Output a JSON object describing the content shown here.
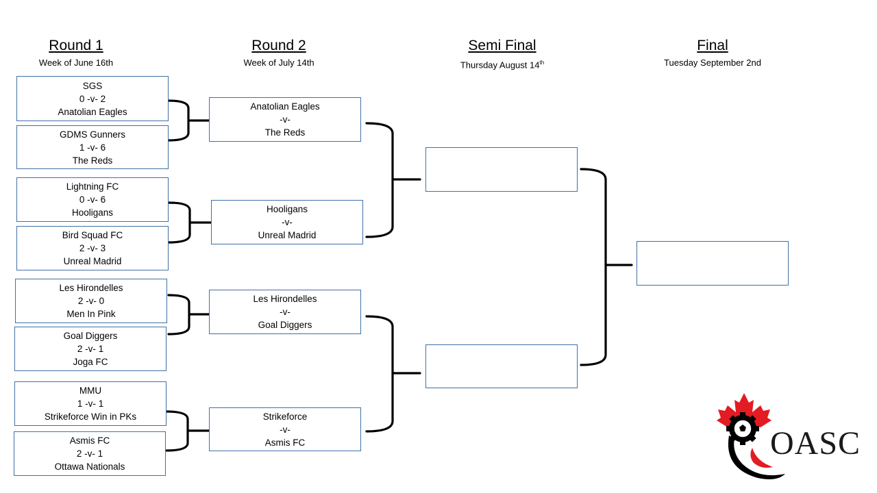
{
  "rounds": [
    {
      "title": "Round 1",
      "date": "Week of June 16th"
    },
    {
      "title": "Round 2",
      "date": "Week of July 14th"
    },
    {
      "title": "Semi Final",
      "date": "Thursday August 14",
      "date_sup": "th"
    },
    {
      "title": "Final",
      "date": "Tuesday September 2nd"
    }
  ],
  "round1": [
    {
      "home": "SGS",
      "score": "0 -v- 2",
      "away": "Anatolian Eagles"
    },
    {
      "home": "GDMS Gunners",
      "score": "1 -v- 6",
      "away": "The Reds"
    },
    {
      "home": "Lightning FC",
      "score": "0 -v- 6",
      "away": "Hooligans"
    },
    {
      "home": "Bird Squad FC",
      "score": "2 -v- 3",
      "away": "Unreal Madrid"
    },
    {
      "home": "Les Hirondelles",
      "score": "2 -v- 0",
      "away": "Men In Pink"
    },
    {
      "home": "Goal Diggers",
      "score": "2 -v- 1",
      "away": "Joga FC"
    },
    {
      "home": "MMU",
      "score": "1 -v- 1",
      "away": "Strikeforce Win in PKs"
    },
    {
      "home": "Asmis FC",
      "score": "2 -v- 1",
      "away": "Ottawa Nationals"
    }
  ],
  "round2": [
    {
      "home": "Anatolian Eagles",
      "vs": "-v-",
      "away": "The Reds"
    },
    {
      "home": "Hooligans",
      "vs": "-v-",
      "away": "Unreal Madrid"
    },
    {
      "home": "Les Hirondelles",
      "vs": "-v-",
      "away": "Goal Diggers"
    },
    {
      "home": "Strikeforce",
      "vs": "-v-",
      "away": "Asmis FC"
    }
  ],
  "semifinals": [
    {
      "home": "",
      "away": ""
    },
    {
      "home": "",
      "away": ""
    }
  ],
  "final": {
    "home": "",
    "away": ""
  },
  "logo": {
    "text": "OASC",
    "icon": "maple-leaf-soccer-gear-icon",
    "accent_color": "#e31b23"
  }
}
